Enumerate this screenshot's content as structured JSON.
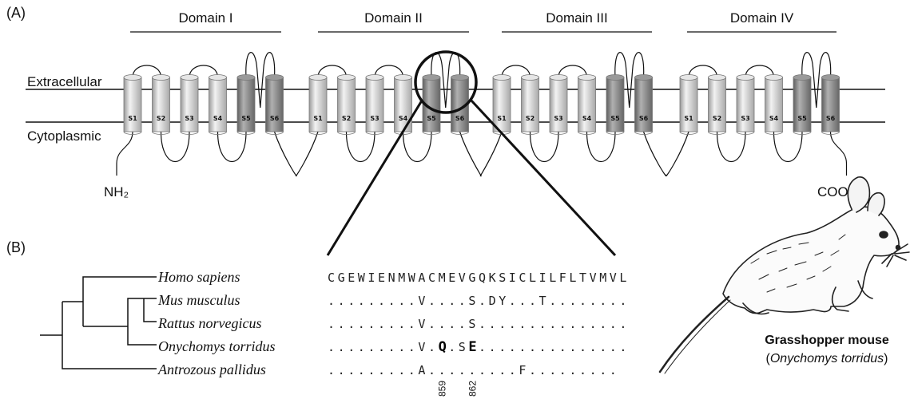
{
  "panel_a": {
    "label": "(A)",
    "domains": [
      "Domain I",
      "Domain II",
      "Domain III",
      "Domain IV"
    ],
    "segments": [
      "S1",
      "S2",
      "S3",
      "S4",
      "S5",
      "S6"
    ],
    "extracellular_label": "Extracellular",
    "cytoplasmic_label": "Cytoplasmic",
    "n_terminus": "NH₂",
    "c_terminus": "COOH"
  },
  "panel_b": {
    "label": "(B)",
    "alignment": [
      {
        "species": "Homo sapiens",
        "sequence": "CGEWIENMWACMEVGQKSICLILFLTVMVL"
      },
      {
        "species": "Mus musculus",
        "sequence": ".........V....S.DY...T........"
      },
      {
        "species": "Rattus norvegicus",
        "sequence": ".........V....S..............."
      },
      {
        "species": "Onychomys torridus",
        "sequence": ".........V.Q.SE..............."
      },
      {
        "species": "Antrozous pallidus",
        "sequence": ".........A.........F........."
      }
    ],
    "highlight_positions": [
      {
        "number": "859",
        "column": 11
      },
      {
        "number": "862",
        "column": 14
      }
    ],
    "caption_title": "Grasshopper mouse",
    "caption_open": "(",
    "caption_species": "Onychomys torridus",
    "caption_close": ")"
  }
}
